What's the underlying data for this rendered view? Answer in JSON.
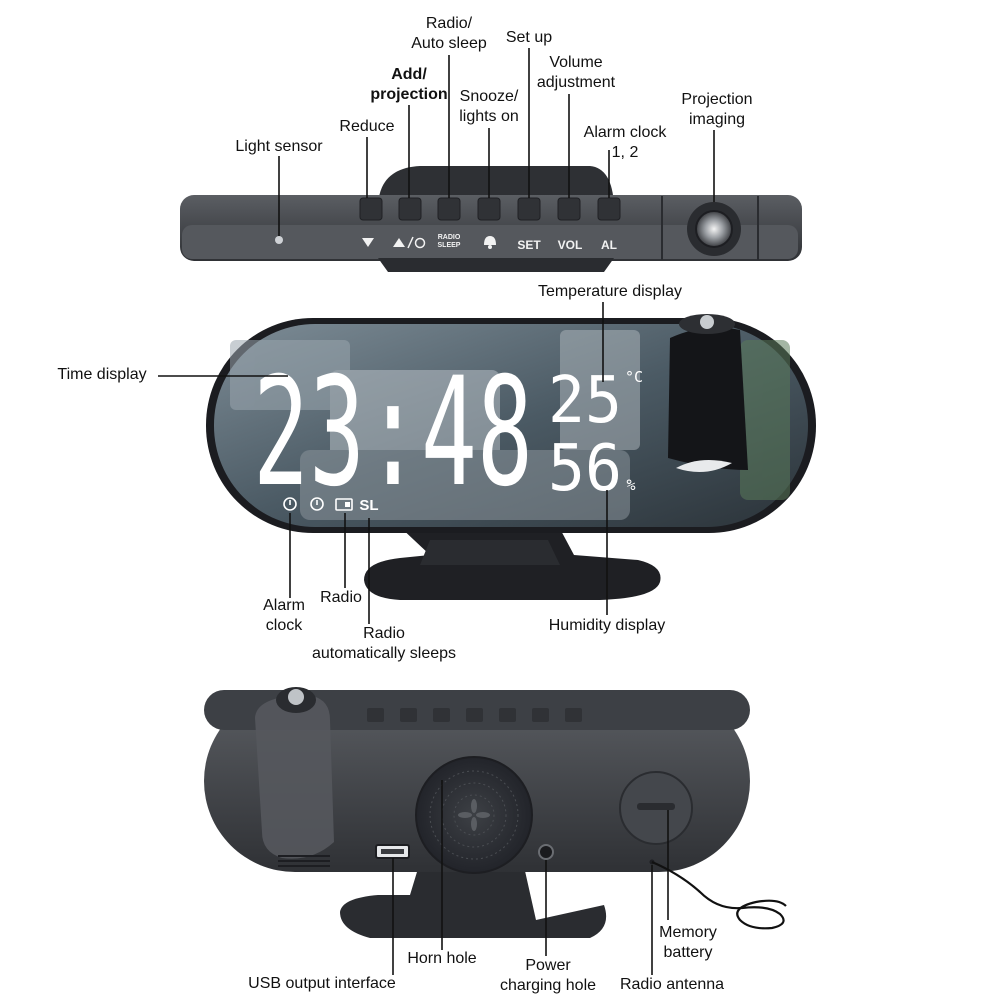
{
  "top_view": {
    "labels": {
      "light_sensor": "Light sensor",
      "reduce": "Reduce",
      "add_projection": "Add/\nprojection",
      "radio_auto_sleep": "Radio/\nAuto sleep",
      "snooze_lights_on": "Snooze/\nlights on",
      "set_up": "Set up",
      "volume_adjustment": "Volume\nadjustment",
      "alarm_clock_1_2": "Alarm clock\n1, 2",
      "projection_imaging": "Projection\nimaging"
    },
    "button_captions": {
      "set": "SET",
      "vol": "VOL",
      "al": "AL",
      "radio_sleep": "RADIO\nSLEEP"
    }
  },
  "front_view": {
    "display": {
      "time": "23:48",
      "temperature": "25",
      "temperature_unit": "°C",
      "humidity": "56",
      "humidity_unit": "%",
      "sleep_indicator": "SL"
    },
    "labels": {
      "time_display": "Time display",
      "temperature_display": "Temperature display",
      "alarm_clock": "Alarm\nclock",
      "radio": "Radio",
      "radio_auto_sleeps": "Radio\nautomatically sleeps",
      "humidity_display": "Humidity display"
    }
  },
  "back_view": {
    "labels": {
      "usb_output": "USB output interface",
      "horn_hole": "Horn hole",
      "power_hole": "Power\ncharging hole",
      "radio_antenna": "Radio antenna",
      "memory_battery": "Memory\nbattery"
    }
  },
  "colors": {
    "body": "#4a4d52",
    "body_dark": "#2e3034",
    "key": "#3a3c40",
    "led": "#ffffff",
    "text": "#111111"
  }
}
